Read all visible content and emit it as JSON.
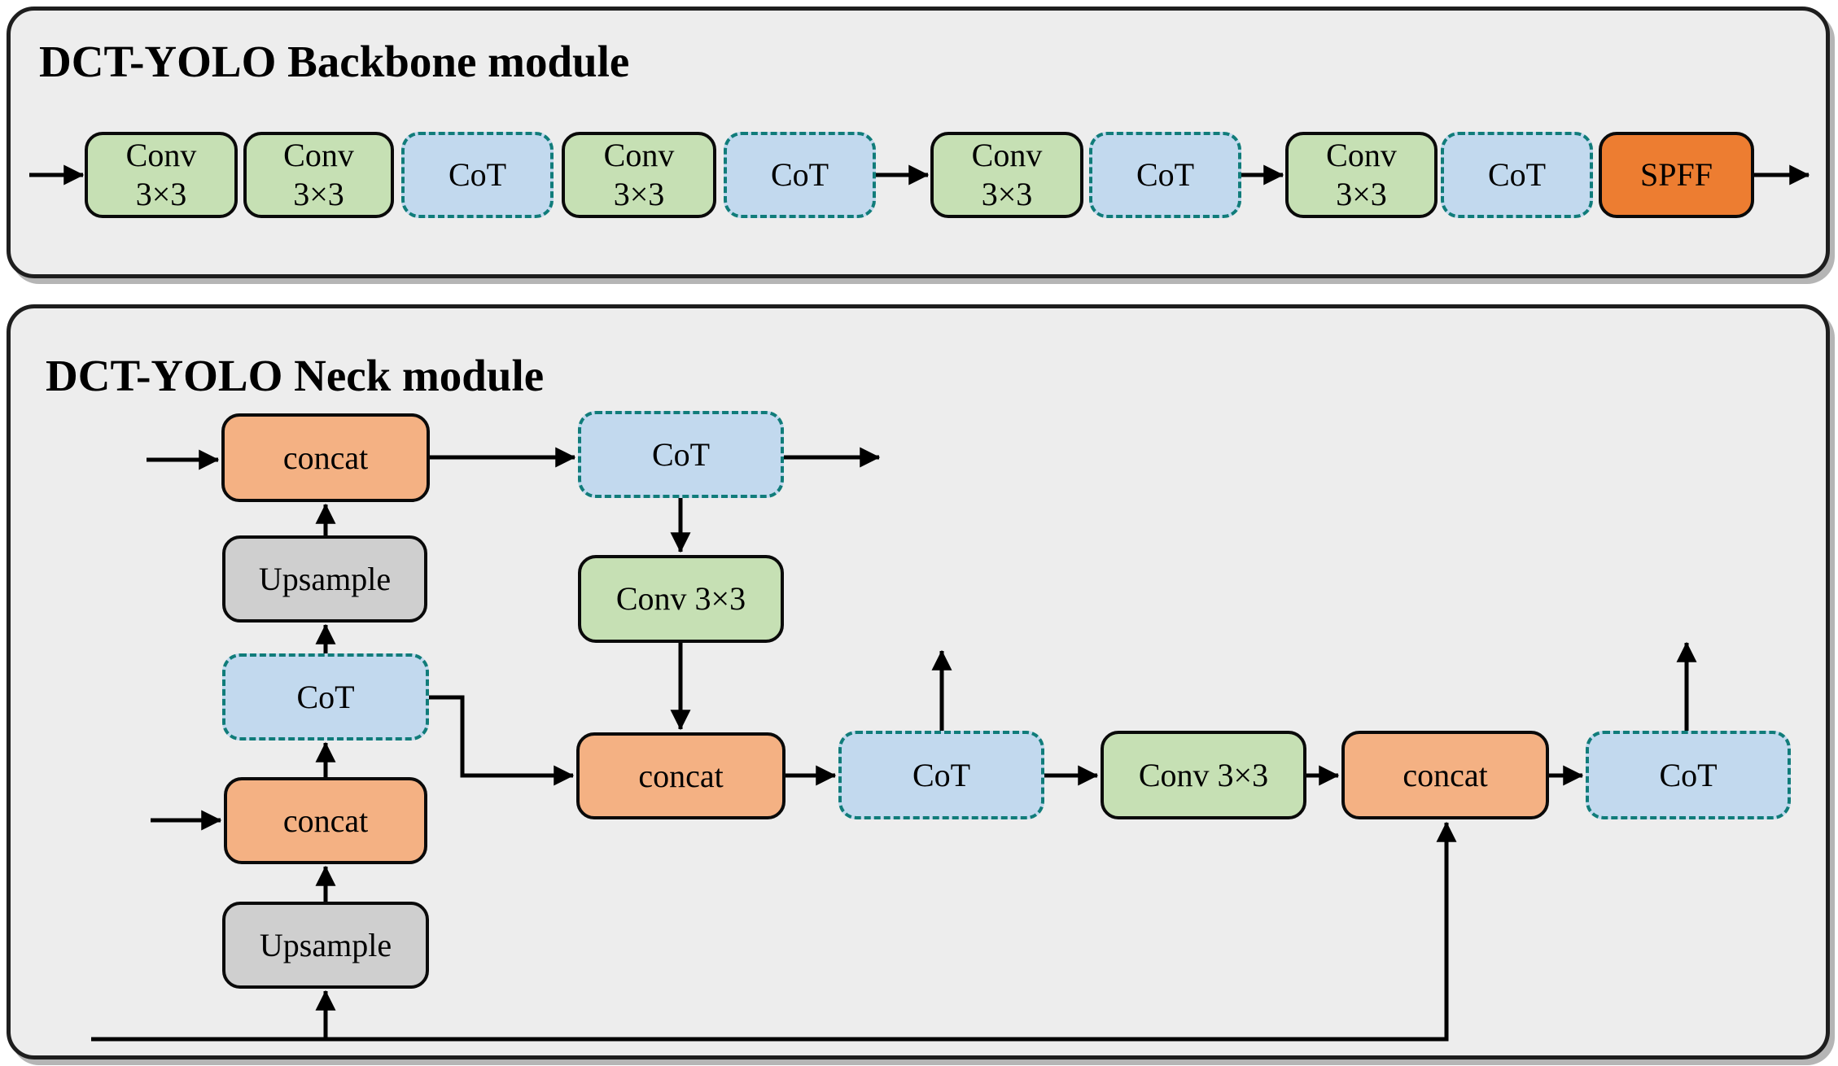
{
  "backbone": {
    "title": "DCT-YOLO Backbone module",
    "nodes": [
      {
        "label": "Conv\n3×3",
        "type": "conv"
      },
      {
        "label": "Conv\n3×3",
        "type": "conv"
      },
      {
        "label": "CoT",
        "type": "cot"
      },
      {
        "label": "Conv\n3×3",
        "type": "conv"
      },
      {
        "label": "CoT",
        "type": "cot"
      },
      {
        "label": "Conv\n3×3",
        "type": "conv"
      },
      {
        "label": "CoT",
        "type": "cot"
      },
      {
        "label": "Conv\n3×3",
        "type": "conv"
      },
      {
        "label": "CoT",
        "type": "cot"
      },
      {
        "label": "SPFF",
        "type": "spff"
      }
    ]
  },
  "neck": {
    "title": "DCT-YOLO Neck module",
    "nodes": {
      "concat_top": {
        "label": "concat",
        "type": "concat"
      },
      "cot_top": {
        "label": "CoT",
        "type": "cot"
      },
      "conv_top": {
        "label": "Conv 3×3",
        "type": "conv"
      },
      "upsample_top": {
        "label": "Upsample",
        "type": "upsample"
      },
      "cot_left": {
        "label": "CoT",
        "type": "cot"
      },
      "concat_left": {
        "label": "concat",
        "type": "concat"
      },
      "upsample_bottom": {
        "label": "Upsample",
        "type": "upsample"
      },
      "concat_mid": {
        "label": "concat",
        "type": "concat"
      },
      "cot_mid": {
        "label": "CoT",
        "type": "cot"
      },
      "conv_mid": {
        "label": "Conv 3×3",
        "type": "conv"
      },
      "concat_right": {
        "label": "concat",
        "type": "concat"
      },
      "cot_right": {
        "label": "CoT",
        "type": "cot"
      }
    }
  },
  "colors": {
    "conv_fill": "#c6e0b4",
    "cot_fill": "#c2d9ee",
    "cot_dash_border": "#107c7a",
    "concat_fill": "#f4b183",
    "spff_fill": "#ed7d31",
    "upsample_fill": "#cfcfcf",
    "panel_fill": "#ededed",
    "line": "#000000"
  }
}
